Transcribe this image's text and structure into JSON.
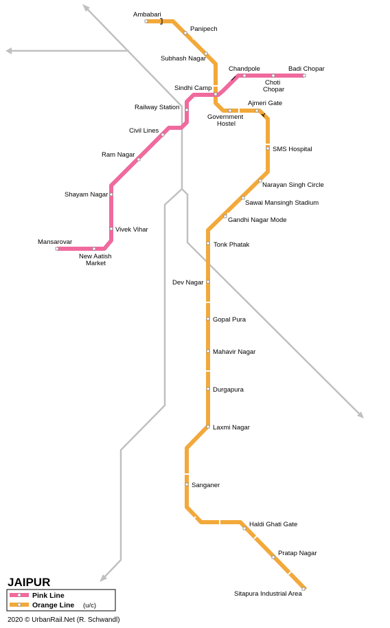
{
  "title": "JAIPUR",
  "colors": {
    "pink": "#f06a9e",
    "orange": "#f2a93b",
    "rail": "#c0c0c0"
  },
  "legend": {
    "pink": "Pink Line",
    "orange": "Orange Line",
    "orange_note": "(u/c)"
  },
  "credit": "2020 © UrbanRail.Net (R. Schwandl)",
  "stations": {
    "ambabari": "Ambabari",
    "panipech": "Panipech",
    "subhash_nagar": "Subhash Nagar",
    "chandpole": "Chandpole",
    "badi_chopar": "Badi Chopar",
    "choti_chopar_1": "Choti",
    "choti_chopar_2": "Chopar",
    "sindhi_camp": "Sindhi Camp",
    "railway_station": "Railway Station",
    "govt_hostel_1": "Government",
    "govt_hostel_2": "Hostel",
    "ajmeri_gate": "Ajmeri Gate",
    "civil_lines": "Civil Lines",
    "sms_hospital": "SMS Hospital",
    "ram_nagar": "Ram Nagar",
    "narayan_singh_circle": "Narayan Singh Circle",
    "shayam_nagar": "Shayam Nagar",
    "sawai_mansingh_stadium": "Sawai Mansingh Stadium",
    "gandhi_nagar_mode": "Gandhi Nagar Mode",
    "vivek_vihar": "Vivek Vihar",
    "mansarovar": "Mansarovar",
    "new_aatish_1": "New Aatish",
    "new_aatish_2": "Market",
    "tonk_phatak": "Tonk Phatak",
    "dev_nagar": "Dev Nagar",
    "gopal_pura": "Gopal Pura",
    "mahavir_nagar": "Mahavir Nagar",
    "durgapura": "Durgapura",
    "laxmi_nagar": "Laxmi Nagar",
    "sanganer": "Sanganer",
    "haldi_ghati_gate": "Haldi Ghati Gate",
    "pratap_nagar": "Pratap Nagar",
    "sitapura": "Sitapura Industrial Area"
  }
}
